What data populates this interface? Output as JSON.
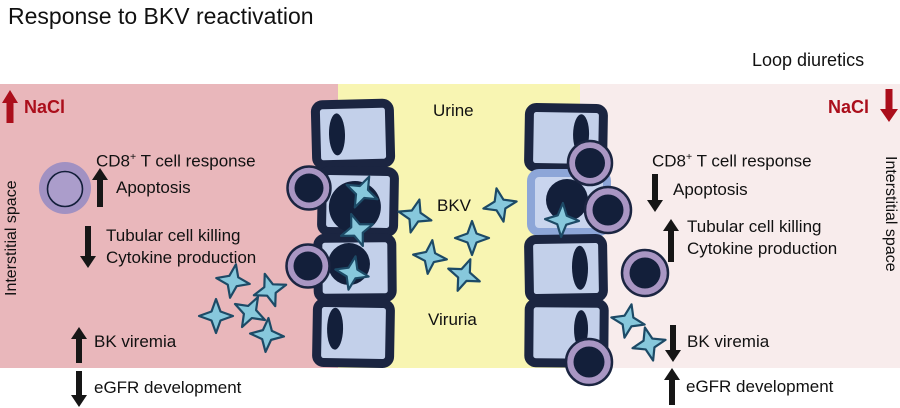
{
  "title": "Response to BKV reactivation",
  "top_right_label": "Loop diuretics",
  "left_panel": {
    "nacl": "NaCl",
    "side_label": "Interstitial space",
    "cd8": {
      "pre": "CD8",
      "sup": "+",
      "post": " T cell response"
    },
    "apoptosis": "Apoptosis",
    "tubular": "Tubular cell killing\nCytokine production",
    "bk_viremia": "BK viremia",
    "egfr": "eGFR development"
  },
  "middle_panel": {
    "urine": "Urine",
    "bkv": "BKV",
    "viruria": "Viruria"
  },
  "right_panel": {
    "nacl": "NaCl",
    "side_label": "Interstitial space",
    "cd8": {
      "pre": "CD8",
      "sup": "+",
      "post": " T cell response"
    },
    "apoptosis": "Apoptosis",
    "tubular": "Tubular cell killing\nCytokine production",
    "bk_viremia": "BK viremia",
    "egfr": "eGFR development"
  },
  "icons": {
    "up_arrow": "increase",
    "down_arrow": "decrease",
    "star": "BKV-virion",
    "square_cell": "tubular-epithelial-cell",
    "dark_circle_with_ring": "CD8-T-cell",
    "lavender_circle": "resting-lymphocyte"
  },
  "colors": {
    "panel_left_bg": "#e9b7bb",
    "panel_mid_bg": "#f8f5b2",
    "panel_right_bg": "#f8ecec",
    "accent_red": "#ab0e1b",
    "text": "#111111",
    "cell_border": "#1b2541",
    "cell_fill": "#c3d0ea",
    "apoptotic_border": "#8da6d8",
    "apoptotic_fill": "#c9d5ee",
    "nucleus": "#131f3a",
    "tcell_ring": "#a996c3",
    "lymphocyte_outer": "#a191c2",
    "lymphocyte_inner": "#ab9dcb",
    "virus_fill": "#87c8dc",
    "virus_stroke": "#1d4a66"
  }
}
